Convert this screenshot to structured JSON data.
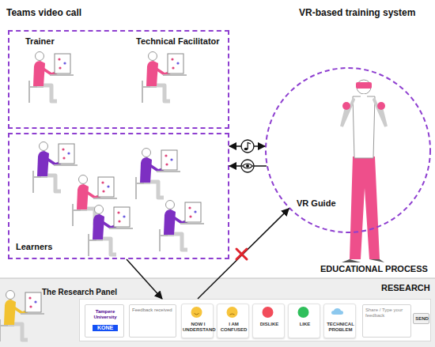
{
  "diagram": {
    "nodes": [
      {
        "text": [
          "Trainer",
          "Technical Facilitator"
        ]
      },
      {
        "text": [
          "Learners"
        ]
      },
      {
        "text": [
          "VR Guide"
        ]
      },
      {
        "text": [
          "The Research Panel"
        ]
      },
      {
        "text": [
          "Tampere University",
          "KONE"
        ],
        "in": 3
      },
      {
        "text": [
          "Feedback received"
        ],
        "in": 3
      },
      {
        "text": [
          "NOW I UNDERSTAND"
        ],
        "in": 3
      },
      {
        "text": [
          "I AM CONFUSED"
        ],
        "in": 3
      },
      {
        "text": [
          "DISLIKE"
        ],
        "in": 3
      },
      {
        "text": [
          "LIKE"
        ],
        "in": 3
      },
      {
        "text": [
          "TECHNICAL PROBLEM"
        ],
        "in": 3
      },
      {
        "text": [
          "Share / Type your feedback"
        ],
        "in": 3
      },
      {
        "text": [
          "SEND"
        ],
        "in": 3
      }
    ],
    "edges": [
      {
        "from": 1,
        "to": 2,
        "arrow": "both"
      },
      {
        "from": 2,
        "to": 1,
        "arrow": "to"
      },
      {
        "from": 1,
        "to": 3,
        "arrow": "to"
      },
      {
        "from": 3,
        "to": 2,
        "arrow": "to"
      }
    ],
    "labels": [
      "Teams video call",
      "VR-based training system",
      "EDUCATIONAL PROCESS",
      "RESEARCH"
    ]
  }
}
